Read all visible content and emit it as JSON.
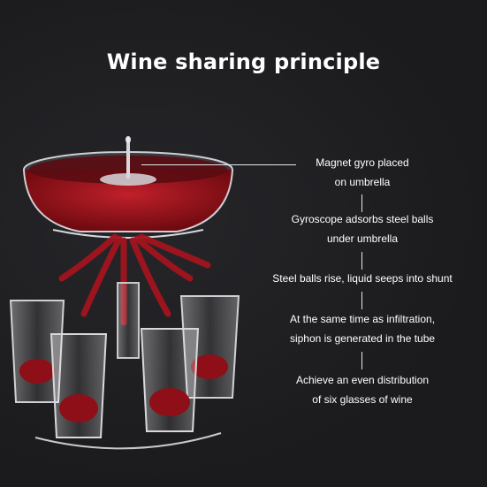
{
  "title": "Wine sharing principle",
  "illustration": {
    "description_icon": "wine-dispenser-with-six-shot-glasses-image",
    "colors": {
      "wine": "#8e0f17",
      "glass": "#d8d8dc",
      "background": "#1c1c1e"
    }
  },
  "steps": [
    {
      "line1": "Magnet gyro placed",
      "line2": "on umbrella"
    },
    {
      "line1": "Gyroscope adsorbs steel balls",
      "line2": "under umbrella"
    },
    {
      "line1": "Steel balls rise, liquid seeps into shunt",
      "line2": ""
    },
    {
      "line1": "At the same time as infiltration,",
      "line2": "siphon is generated in the tube"
    },
    {
      "line1": "Achieve an even distribution",
      "line2": "of six glasses of wine"
    }
  ]
}
